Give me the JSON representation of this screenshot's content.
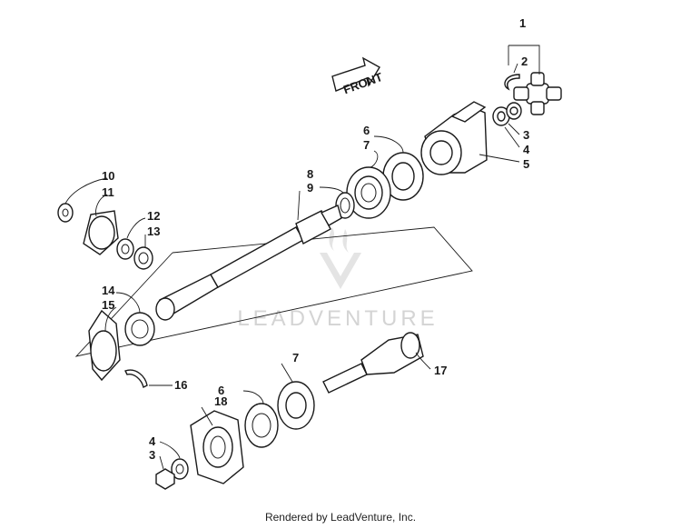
{
  "callouts": [
    {
      "id": "1",
      "label": "1"
    },
    {
      "id": "2",
      "label": "2"
    },
    {
      "id": "3a",
      "label": "3"
    },
    {
      "id": "4a",
      "label": "4"
    },
    {
      "id": "5",
      "label": "5"
    },
    {
      "id": "6a",
      "label": "6"
    },
    {
      "id": "7a",
      "label": "7"
    },
    {
      "id": "8",
      "label": "8"
    },
    {
      "id": "9",
      "label": "9"
    },
    {
      "id": "10",
      "label": "10"
    },
    {
      "id": "11",
      "label": "11"
    },
    {
      "id": "12",
      "label": "12"
    },
    {
      "id": "13",
      "label": "13"
    },
    {
      "id": "14",
      "label": "14"
    },
    {
      "id": "15",
      "label": "15"
    },
    {
      "id": "16",
      "label": "16"
    },
    {
      "id": "17",
      "label": "17"
    },
    {
      "id": "7b",
      "label": "7"
    },
    {
      "id": "6b",
      "label": "6"
    },
    {
      "id": "18",
      "label": "18"
    },
    {
      "id": "4b",
      "label": "4"
    },
    {
      "id": "3b",
      "label": "3"
    }
  ],
  "front_arrow": {
    "label": "FRONT"
  },
  "watermark": {
    "text": "LEADVENTURE"
  },
  "footer": {
    "text": "Rendered by LeadVenture, Inc."
  }
}
